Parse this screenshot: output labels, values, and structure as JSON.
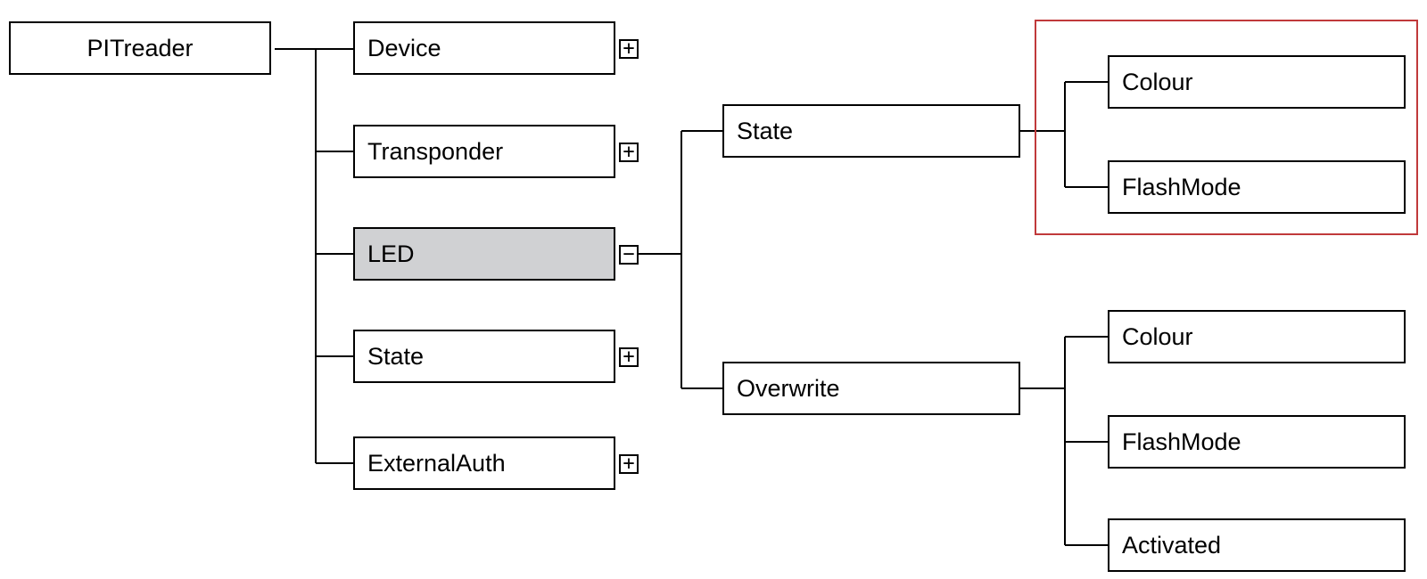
{
  "colors": {
    "line": "#000000",
    "selected_fill": "#d0d1d3",
    "highlight": "#c0393b"
  },
  "tree": {
    "root": {
      "label": "PITreader"
    },
    "level1": [
      {
        "label": "Device",
        "toggle": "+"
      },
      {
        "label": "Transponder",
        "toggle": "+"
      },
      {
        "label": "LED",
        "toggle": "−",
        "selected": true
      },
      {
        "label": "State",
        "toggle": "+"
      },
      {
        "label": "ExternalAuth",
        "toggle": "+"
      }
    ],
    "led_children": [
      {
        "label": "State"
      },
      {
        "label": "Overwrite"
      }
    ],
    "state_children": [
      {
        "label": "Colour"
      },
      {
        "label": "FlashMode"
      }
    ],
    "overwrite_children": [
      {
        "label": "Colour"
      },
      {
        "label": "FlashMode"
      },
      {
        "label": "Activated"
      }
    ]
  }
}
